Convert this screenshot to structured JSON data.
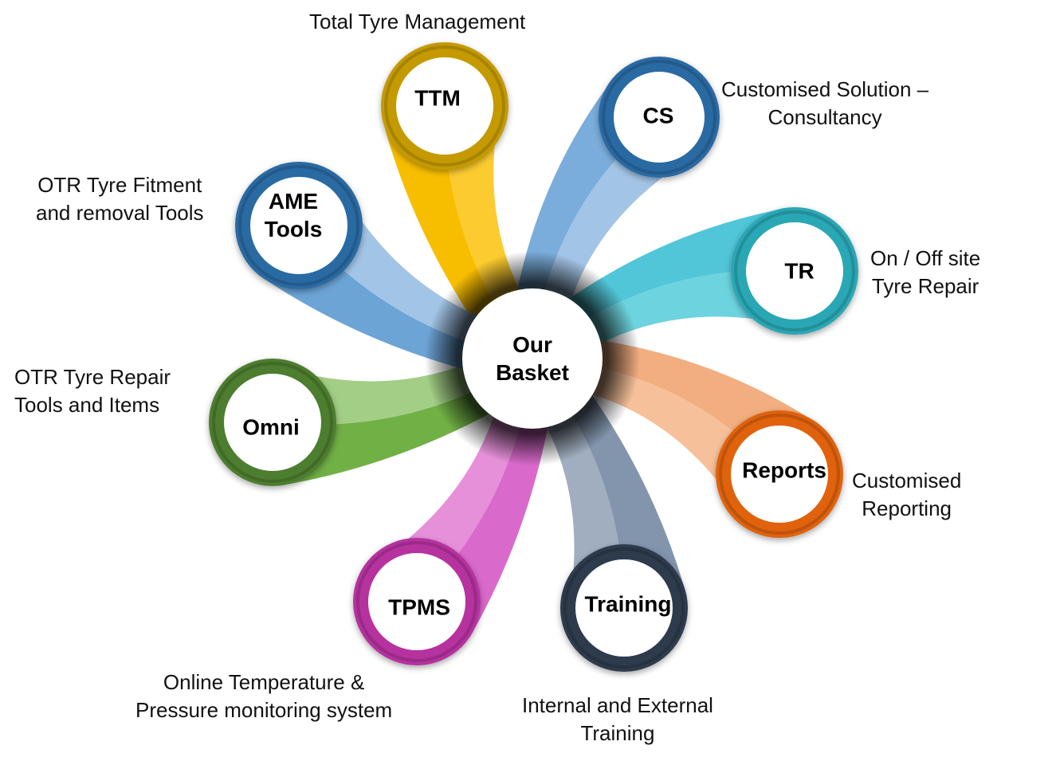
{
  "center": {
    "label_line1": "Our",
    "label_line2": "Basket"
  },
  "nodes": [
    {
      "id": "ttm",
      "label": "TTM",
      "desc": [
        "Total Tyre Management"
      ],
      "ring": "#C49A00",
      "light": "#FCCB2F",
      "dark": "#F7BE00"
    },
    {
      "id": "cs",
      "label": "CS",
      "desc": [
        "Customised Solution –",
        "Consultancy"
      ],
      "ring": "#2B6AA3",
      "light": "#A2C4E6",
      "dark": "#7AADDC"
    },
    {
      "id": "tr",
      "label": "TR",
      "desc": [
        "On / Off site",
        "Tyre Repair"
      ],
      "ring": "#2AA7B5",
      "light": "#6DD3DE",
      "dark": "#51C6D8"
    },
    {
      "id": "reports",
      "label": "Reports",
      "desc": [
        "Customised",
        "Reporting"
      ],
      "ring": "#E0620F",
      "light": "#F6C19A",
      "dark": "#F2AE80"
    },
    {
      "id": "training",
      "label": "Training",
      "desc": [
        "Internal and External",
        "Training"
      ],
      "ring": "#2E3B4E",
      "light": "#A0AEC0",
      "dark": "#8295AD"
    },
    {
      "id": "tpms",
      "label": "TPMS",
      "desc": [
        "Online Temperature &",
        "Pressure monitoring system"
      ],
      "ring": "#B5329F",
      "light": "#E590D8",
      "dark": "#D96ACB"
    },
    {
      "id": "omni",
      "label": "Omni",
      "desc": [
        "OTR Tyre Repair",
        "Tools and Items"
      ],
      "ring": "#4E7D2E",
      "light": "#A3CE86",
      "dark": "#71B045"
    },
    {
      "id": "ame",
      "label_line1": "AME",
      "label_line2": "Tools",
      "desc": [
        "OTR Tyre Fitment",
        "and removal Tools"
      ],
      "ring": "#2B6AA3",
      "light": "#A2C4E6",
      "dark": "#6CA4D6"
    }
  ]
}
